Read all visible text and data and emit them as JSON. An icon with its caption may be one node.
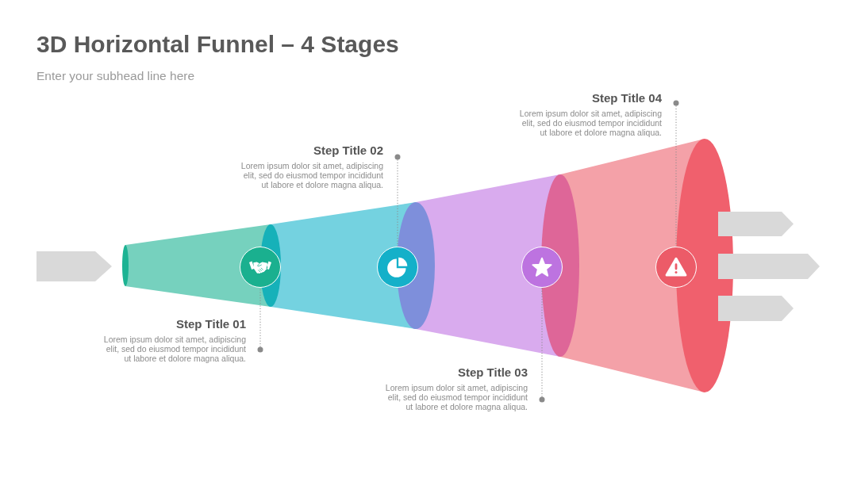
{
  "diagram": {
    "title": "3D Horizontal Funnel – 4 Stages",
    "nodes": [
      {
        "text": [
          "Step Title 01",
          "Lorem ipsum dolor sit amet, adipiscing elit, sed do eiusmod tempor incididunt ut labore et dolore magna aliqua."
        ]
      },
      {
        "text": [],
        "shape": "circle"
      },
      {
        "text": [
          "Step Title 02",
          "Lorem ipsum dolor sit amet, adipiscing elit, sed do eiusmod tempor incididunt ut labore et dolore magna aliqua."
        ]
      },
      {
        "text": [],
        "shape": "circle"
      },
      {
        "text": [
          "Step Title 03",
          "Lorem ipsum dolor sit amet, adipiscing elit, sed do eiusmod tempor incididunt ut labore et dolore magna aliqua."
        ]
      },
      {
        "text": [],
        "shape": "circle"
      },
      {
        "text": [
          "Step Title 04",
          "Lorem ipsum dolor sit amet, adipiscing elit, sed do eiusmod tempor incididunt ut labore et dolore magna aliqua."
        ]
      },
      {
        "text": [],
        "shape": "circle"
      }
    ],
    "edges": [
      {
        "from": 0,
        "to": 1,
        "arrow": "other",
        "style": "dashed"
      },
      {
        "from": 2,
        "to": 3,
        "arrow": "other",
        "style": "dashed"
      },
      {
        "from": 4,
        "to": 5,
        "arrow": "other",
        "style": "dashed"
      },
      {
        "from": 6,
        "to": 7,
        "arrow": "other",
        "style": "dashed"
      }
    ],
    "labels": [
      "Enter your subhead line here"
    ]
  }
}
